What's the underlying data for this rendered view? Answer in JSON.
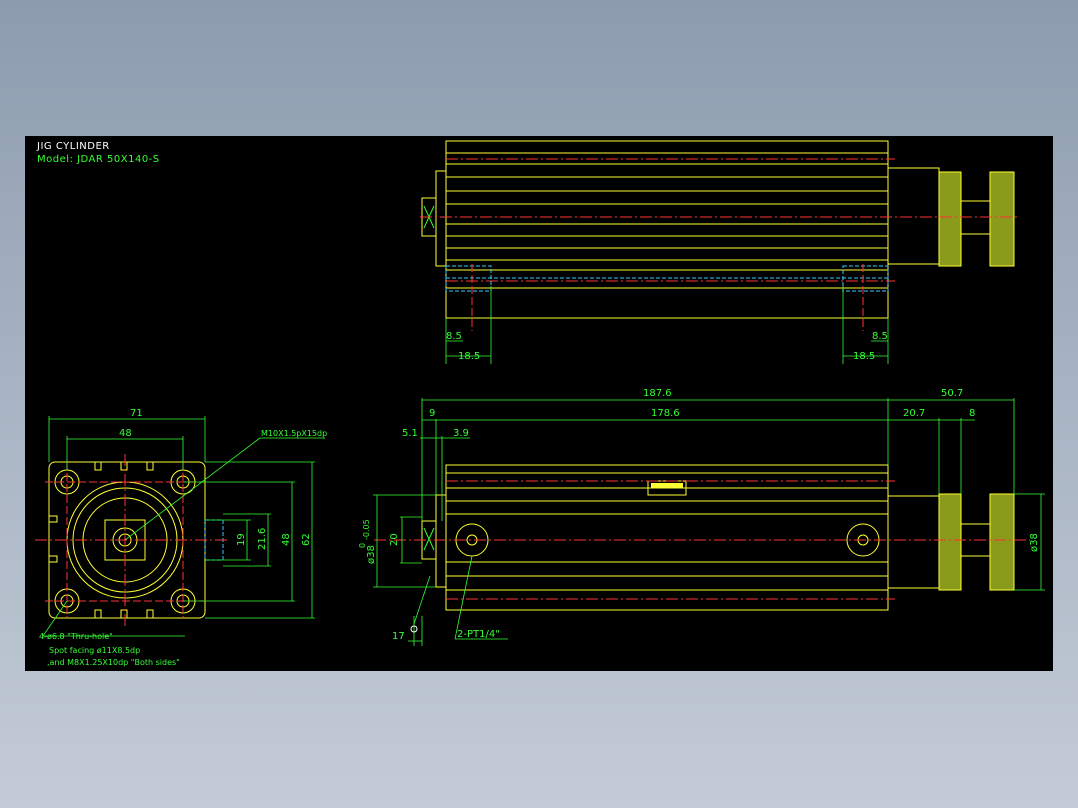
{
  "title_block": {
    "title": "JIG CYLINDER",
    "model": "Model:  JDAR 50X140-S"
  },
  "top_view": {
    "dims": [
      "8.5",
      "18.5",
      "8.5",
      "18.5"
    ]
  },
  "front_view": {
    "dims": {
      "overall": "187.6",
      "rod_side": "50.7",
      "left_offset": "9",
      "body_length": "178.6",
      "knob_offset": "20.7",
      "knob_width": "8",
      "left_a": "5.1",
      "left_b": "3.9",
      "bore_dia": "ø38",
      "bore_tol": "-0.05",
      "bore_tol_upper": "0",
      "boss_height": "20",
      "rod_dia": "ø38",
      "bottom_small": "17"
    },
    "port_note": "2-PT1/4\""
  },
  "end_view": {
    "dims": {
      "width": "71",
      "pitch": "48",
      "d19": "19",
      "d216": "21.6",
      "d48": "48",
      "d62": "62"
    },
    "thread_note": "M10X1.5pX15dp",
    "hole_note_1": "4-ø6.8 \"Thru-hole\"",
    "hole_note_2": "Spot facing  ø11X8.5dp",
    "hole_note_3": ",and M8X1.25X10dp \"Both sides\""
  },
  "colors": {
    "outline": "#ffff33",
    "dimension": "#33ff33",
    "centerline": "#ff3333",
    "hidden": "#33ccff",
    "text_white": "#ffffff",
    "background": "#000000"
  }
}
